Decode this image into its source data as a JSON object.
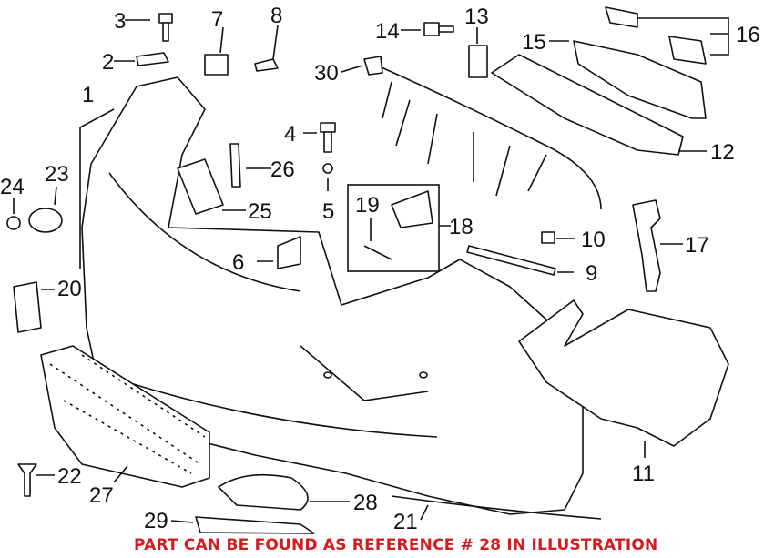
{
  "callouts": {
    "c1": "1",
    "c2": "2",
    "c3": "3",
    "c4": "4",
    "c5": "5",
    "c6": "6",
    "c7": "7",
    "c8": "8",
    "c9": "9",
    "c10": "10",
    "c11": "11",
    "c12": "12",
    "c13": "13",
    "c14": "14",
    "c15": "15",
    "c16": "16",
    "c17": "17",
    "c18": "18",
    "c19": "19",
    "c20": "20",
    "c21": "21",
    "c22": "22",
    "c23": "23",
    "c24": "24",
    "c25": "25",
    "c26": "26",
    "c27": "27",
    "c28": "28",
    "c29": "29",
    "c30": "30"
  },
  "note": "PART CAN BE FOUND AS REFERENCE # 28 IN ILLUSTRATION",
  "note_color": "#d71920"
}
